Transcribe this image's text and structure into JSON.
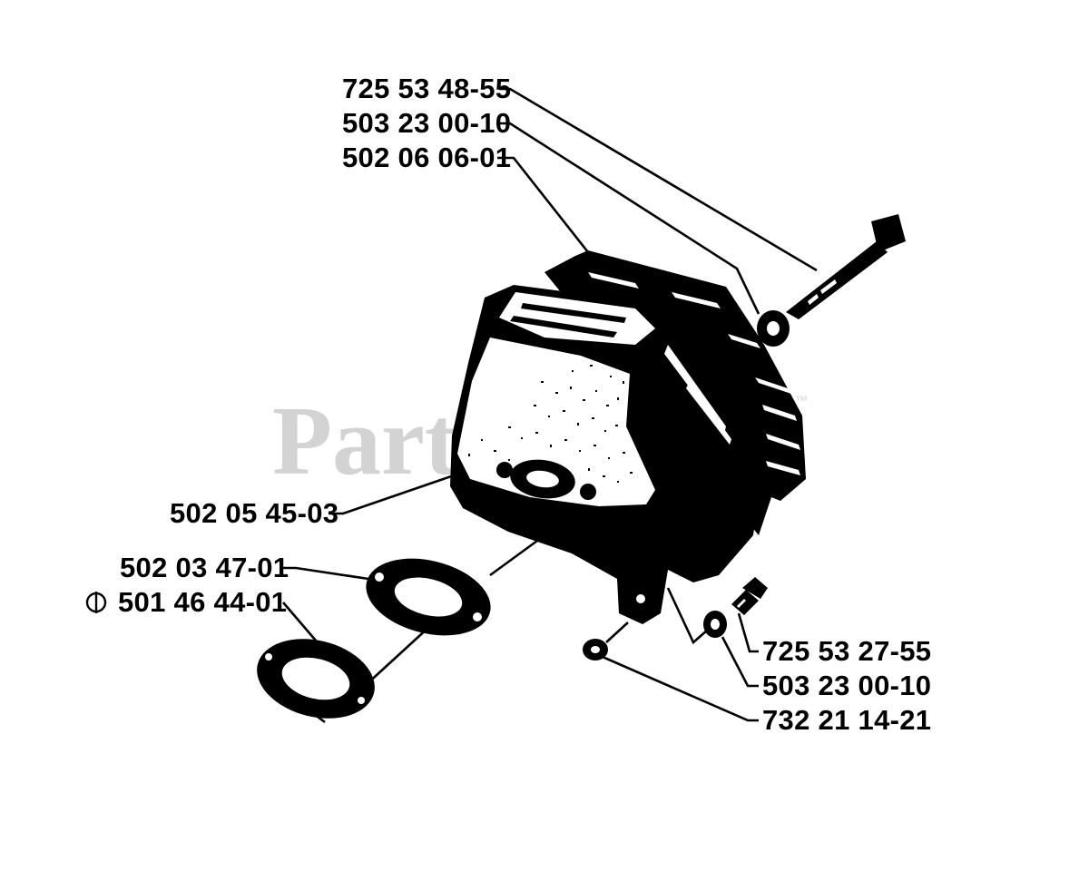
{
  "diagram": {
    "watermark": "PartsTree",
    "watermark_tm": "™",
    "labels": [
      {
        "id": "bolt",
        "text": "725 53 48-55"
      },
      {
        "id": "washer-top",
        "text": "503 23 00-10"
      },
      {
        "id": "heat-shield",
        "text": "502 06 06-01"
      },
      {
        "id": "muffler-body",
        "text": "502 05 45-03"
      },
      {
        "id": "gasket-1",
        "text": "502 03 47-01"
      },
      {
        "id": "gasket-2",
        "text": "501 46 44-01"
      },
      {
        "id": "screw",
        "text": "725 53 27-55"
      },
      {
        "id": "washer-bottom",
        "text": "503 23 00-10"
      },
      {
        "id": "nut",
        "text": "732 21 14-21"
      }
    ],
    "gasket2_marker": "circle-bar-symbol"
  }
}
